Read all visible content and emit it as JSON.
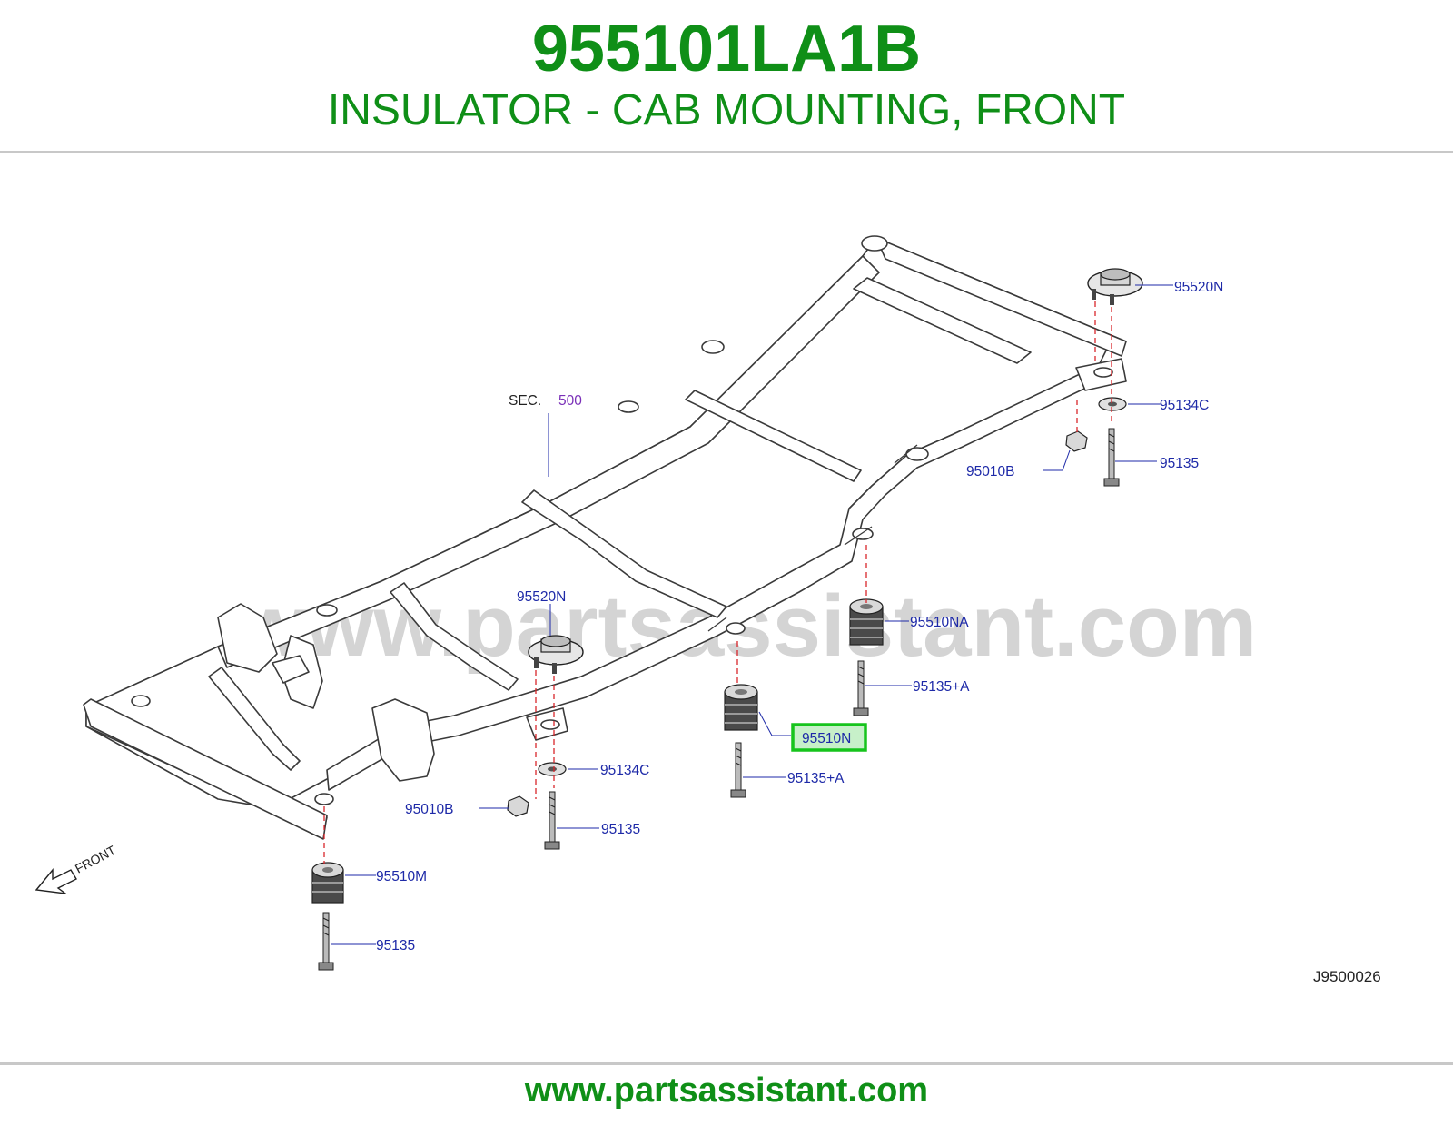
{
  "header": {
    "part_number": "955101LA1B",
    "description": "INSULATOR - CAB MOUNTING, FRONT"
  },
  "diagram": {
    "section_ref": {
      "prefix": "SEC.",
      "number": "500"
    },
    "labels": {
      "p95520N_rear": "95520N",
      "p95134C_rear": "95134C",
      "p95010B_rear": "95010B",
      "p95135_rear": "95135",
      "p95520N_mid": "95520N",
      "p95510NA": "95510NA",
      "p95135A_upper": "95135+A",
      "p95510N": "95510N",
      "p95134C_mid": "95134C",
      "p95135A_lower": "95135+A",
      "p95010B_mid": "95010B",
      "p95135_mid": "95135",
      "p95510M": "95510M",
      "p95135_front": "95135"
    },
    "front_label": "FRONT",
    "diagram_code": "J9500026",
    "watermark": "www.partsassistant.com"
  },
  "footer": {
    "url": "www.partsassistant.com"
  },
  "colors": {
    "title_green": "#0f8f17",
    "label_blue": "#1e2aa8",
    "section_purple": "#7a2fb8",
    "highlight_green": "#16c41c",
    "dash_red": "#d8262b",
    "watermark_grey": "#d4d4d4",
    "rule_grey": "#c8c8c8"
  }
}
